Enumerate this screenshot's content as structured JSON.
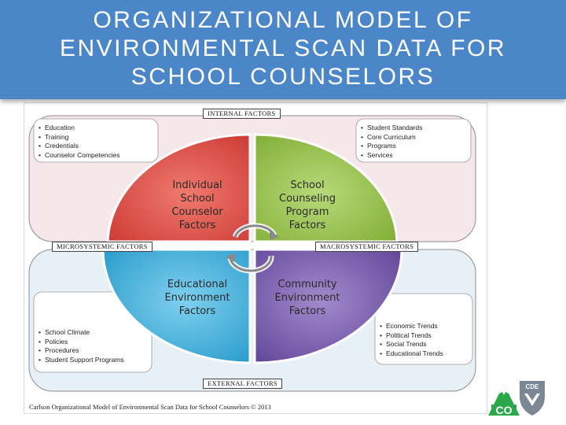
{
  "header": {
    "title": "ORGANIZATIONAL MODEL OF\nENVIRONMENTAL SCAN DATA FOR\nSCHOOL COUNSELORS"
  },
  "colors": {
    "header_bg": "#4a86c8",
    "top_region": "#f6e8ea",
    "bottom_region": "#e8f0f7",
    "quadrant_individual": "#d9463f",
    "quadrant_program": "#8cbb3b",
    "quadrant_educational": "#2fa8d6",
    "quadrant_community": "#6c4ea3"
  },
  "diagram": {
    "labels": {
      "internal": "INTERNAL FACTORS",
      "external": "EXTERNAL FACTORS",
      "microsystemic": "MICROSYSTEMIC FACTORS",
      "macrosystemic": "MACROSYSTEMIC FACTORS"
    },
    "quadrants": {
      "individual": "Individual\nSchool\nCounselor\nFactors",
      "program": "School\nCounseling\nProgram\nFactors",
      "educational": "Educational\nEnvironment\nFactors",
      "community": "Community\nEnvironment\nFactors"
    },
    "lists": {
      "top_left": [
        "Education",
        "Training",
        "Credentials",
        "Counselor Competencies"
      ],
      "top_right": [
        "Student Standards",
        "Core Curriculum",
        "Programs",
        "Services"
      ],
      "bottom_left": [
        "School Climate",
        "Policies",
        "Procedures",
        "Student Support Programs"
      ],
      "bottom_right": [
        "Economic Trends",
        "Political Trends",
        "Social Trends",
        "Educational Trends"
      ]
    },
    "caption": "Carlson Organizational Model of Environmental Scan Data for School Counselors © 2013"
  },
  "logo": {
    "top_text": "CDE",
    "bottom_text": "CO"
  }
}
